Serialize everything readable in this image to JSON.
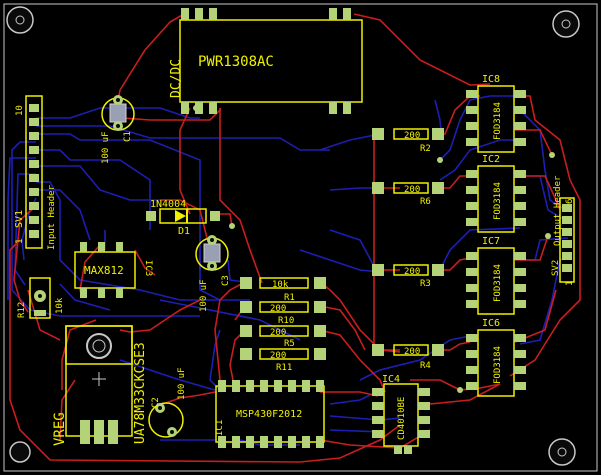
{
  "board": {
    "colors": {
      "background": "#000000",
      "outline": "#c8c8c8",
      "top_copper": "#c81e1e",
      "bottom_copper": "#1e1eb4",
      "silkscreen": "#f0f000",
      "pad": "#b4d278",
      "drill": "#0a0a0a"
    }
  },
  "parts": {
    "dcdc": {
      "name": "DC/DC",
      "value": "PWR1308AC"
    },
    "c1": {
      "name": "C1",
      "value": "100 uF"
    },
    "c2": {
      "name": "C2",
      "value": "100 uF"
    },
    "c3": {
      "name": "C3",
      "value": "100 uF"
    },
    "d1": {
      "name": "D1",
      "value": "1N4004"
    },
    "ic3": {
      "name": "IC3",
      "value": "MAX812"
    },
    "ic1": {
      "name": "IC1",
      "value": "MSP430F2012"
    },
    "ic4": {
      "name": "IC4",
      "value": "CD4010BE"
    },
    "ic8": {
      "name": "IC8",
      "value": "FOD3184"
    },
    "ic2": {
      "name": "IC2",
      "value": "FOD3184"
    },
    "ic7": {
      "name": "IC7",
      "value": "FOD3184"
    },
    "ic6": {
      "name": "IC6",
      "value": "FOD3184"
    },
    "r1": {
      "name": "R1",
      "value": "10k"
    },
    "r10": {
      "name": "R10",
      "value": "200"
    },
    "r5": {
      "name": "R5",
      "value": "200"
    },
    "r11": {
      "name": "R11",
      "value": "200"
    },
    "r2": {
      "name": "R2",
      "value": "200"
    },
    "r6": {
      "name": "R6",
      "value": "200"
    },
    "r3": {
      "name": "R3",
      "value": "200"
    },
    "r4": {
      "name": "R4",
      "value": "200"
    },
    "r12": {
      "name": "R12",
      "value": "10k"
    },
    "sv1": {
      "name": "SV1",
      "value": "Input Header",
      "pin_first": "1",
      "pin_last": "10"
    },
    "sv2": {
      "name": "SV2",
      "value": "Output Header",
      "pin_first": "1",
      "pin_last": "6"
    },
    "vreg": {
      "name": "VREG",
      "value": "UA78M33CKCSE3"
    }
  }
}
